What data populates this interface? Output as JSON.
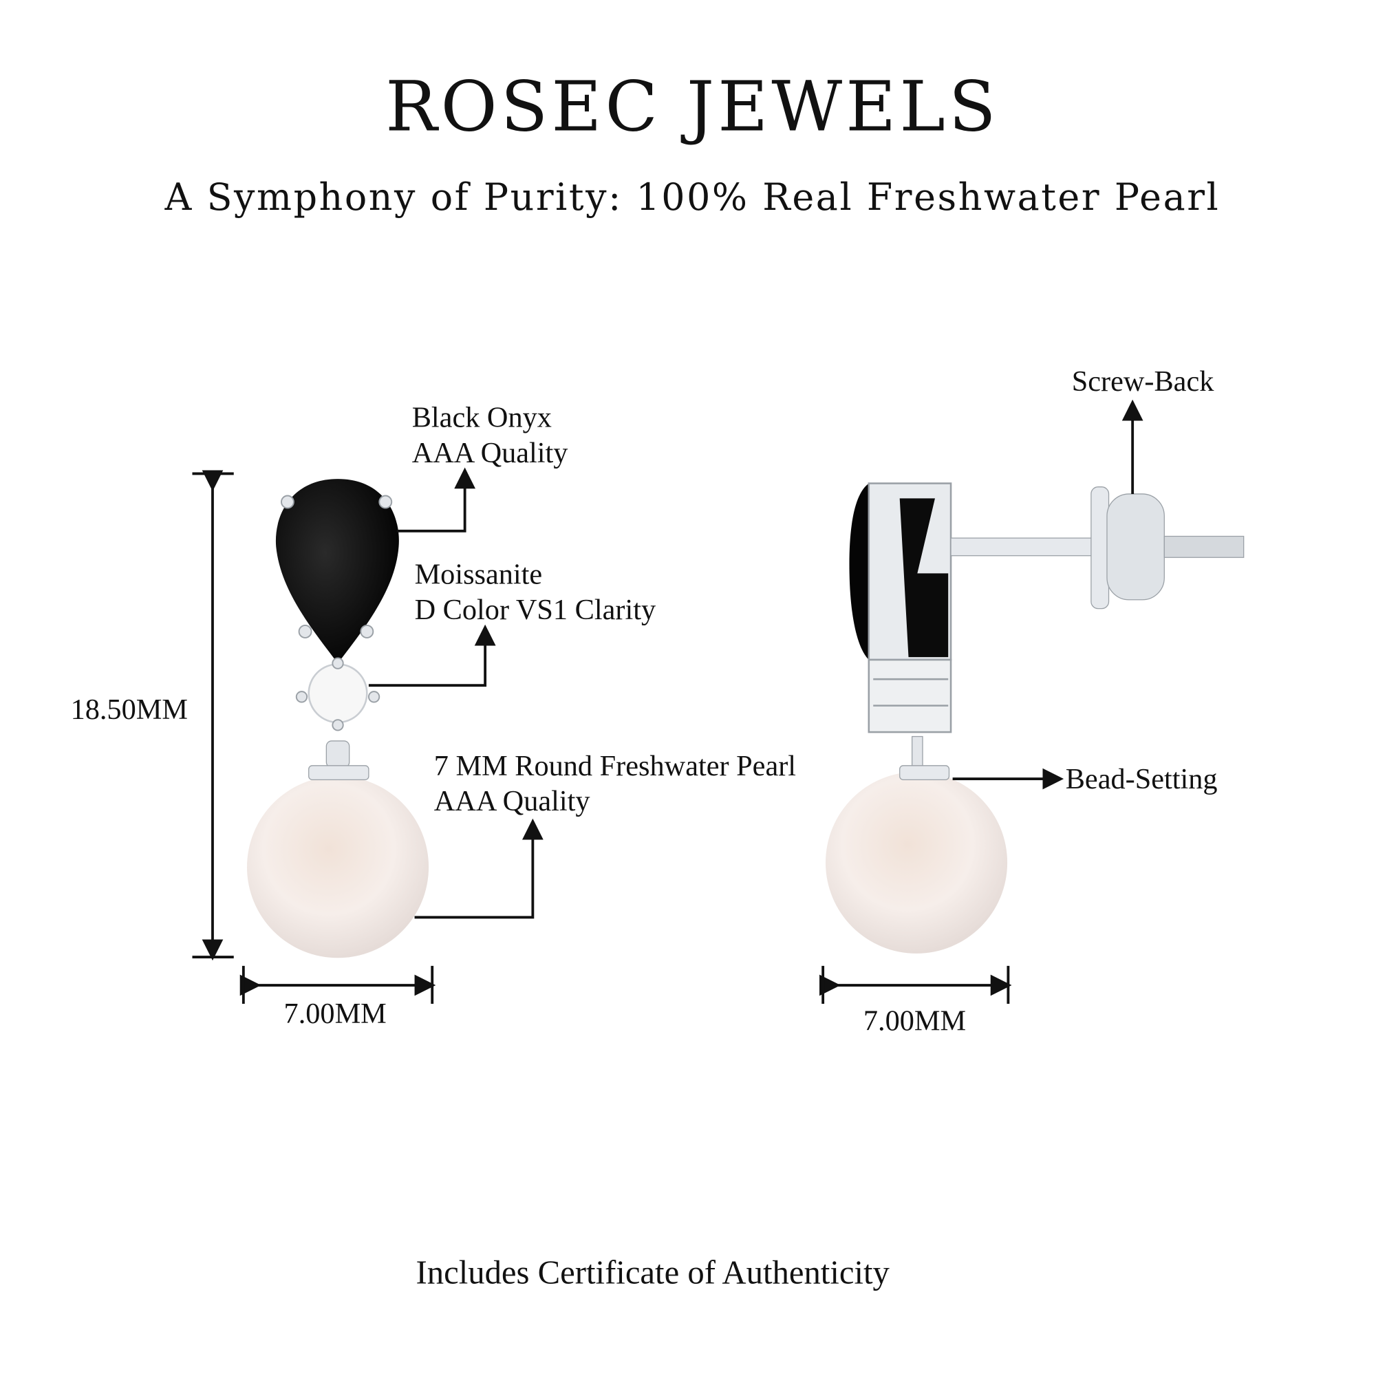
{
  "header": {
    "brand": "ROSEC JEWELS",
    "tagline": "A Symphony of Purity: 100% Real Freshwater Pearl"
  },
  "front_view": {
    "gem_label_1": "Black Onyx",
    "gem_label_2": "AAA Quality",
    "moissanite_label_1": "Moissanite",
    "moissanite_label_2": "D Color VS1 Clarity",
    "pearl_label_1": "7 MM Round Freshwater Pearl",
    "pearl_label_2": "AAA Quality",
    "height_dimension": "18.50MM",
    "width_dimension": "7.00MM"
  },
  "side_view": {
    "back_label": "Screw-Back",
    "setting_label": "Bead-Setting",
    "width_dimension": "7.00MM"
  },
  "footer": {
    "note": "Includes Certificate of Authenticity"
  },
  "colors": {
    "onyx": "#0b0b0b",
    "metal": "#d9dde2",
    "pearl": "#f3ebe6"
  }
}
